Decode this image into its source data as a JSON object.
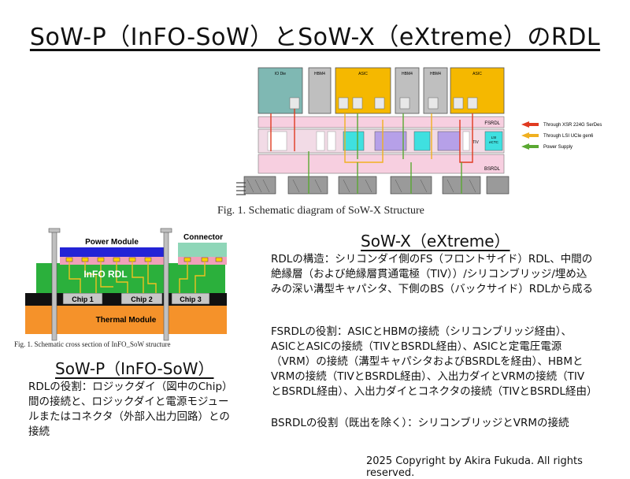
{
  "title": "SoW-P（InFO-SoW）とSoW-X（eXtreme）のRDL",
  "sowx_figure": {
    "caption": "Fig. 1.   Schematic diagram of SoW-X Structure",
    "top_dies": [
      "IO Die",
      "HBM4",
      "ASIC",
      "HBM4",
      "HBM4",
      "ASIC"
    ],
    "fsrdl_label": "FSRDL",
    "bsrdl_label": "BSRDL",
    "tiv_label": "TIV",
    "lsi_label": "LSI\neCTC",
    "legend": [
      {
        "label": "Through XSR 224G SerDes",
        "color": "#e03a20"
      },
      {
        "label": "Through LSI UCIe gen6",
        "color": "#f0b020"
      },
      {
        "label": "Power Supply",
        "color": "#5aa832"
      }
    ]
  },
  "sowp_figure": {
    "power_module": "Power Module",
    "connector": "Connector",
    "info_rdl": "InFO RDL",
    "chips": [
      "Chip 1",
      "Chip 2",
      "Chip 3"
    ],
    "thermal_module": "Thermal Module",
    "caption": "Fig. 1.   Schematic cross section of InFO_SoW structure"
  },
  "sowx_section": {
    "heading": "SoW-X（eXtreme）",
    "para1": "RDLの構造：シリコンダイ側のFS（フロントサイド）RDL、中間の絶縁層（および絶縁層貫通電極（TIV））/シリコンブリッジ/埋め込みの深い溝型キャパシタ、下側のBS（バックサイド）RDLから成る",
    "para2": "FSRDLの役割：ASICとHBMの接続（シリコンブリッジ経由）、ASICとASICの接続（TIVとBSRDL経由）、ASICと定電圧電源（VRM）の接続（溝型キャパシタおよびBSRDLを経由）、HBMとVRMの接続（TIVとBSRDL経由）、入出力ダイとVRMの接続（TIVとBSRDL経由）、入出力ダイとコネクタの接続（TIVとBSRDL経由）",
    "para3": "BSRDLの役割（既出を除く）：シリコンブリッジとVRMの接続"
  },
  "sowp_section": {
    "heading": "SoW-P（InFO-SoW）",
    "para": "RDLの役割：ロジックダイ（図中のChip）間の接続と、ロジックダイと電源モジュールまたはコネクタ（外部入出力回路）との接続"
  },
  "copyright": "2025 Copyright by Akira Fukuda. All rights reserved."
}
